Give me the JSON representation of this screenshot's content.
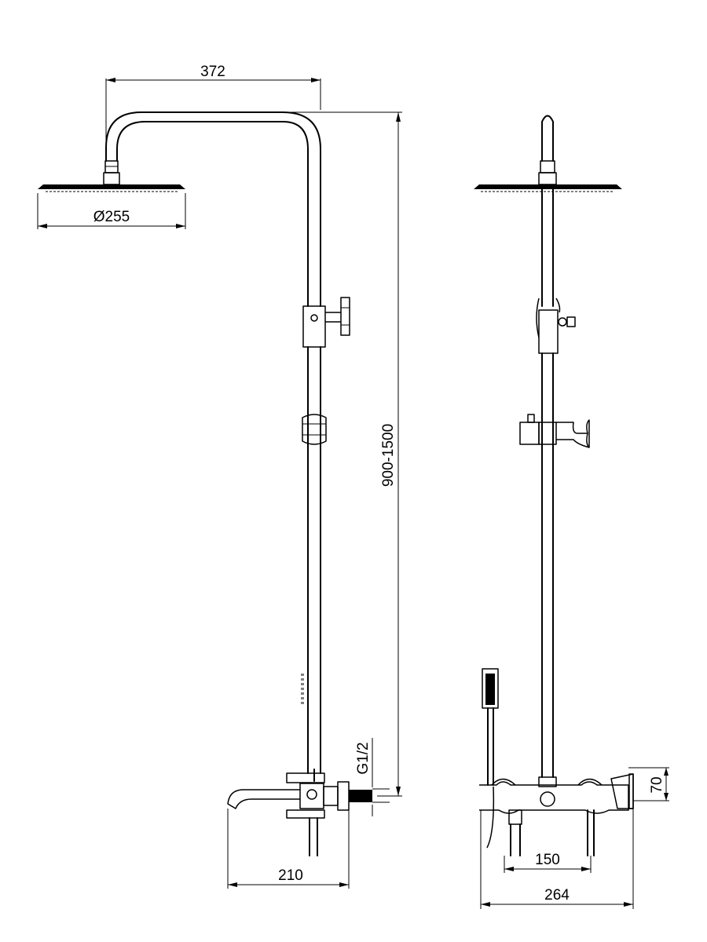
{
  "dimensions": {
    "arm_reach": "372",
    "head_diameter": "Ø255",
    "column_height": "900-1500",
    "thread": "G1/2",
    "spout_reach": "210",
    "inlet_spacing": "150",
    "total_depth": "264",
    "mixer_height": "70"
  }
}
